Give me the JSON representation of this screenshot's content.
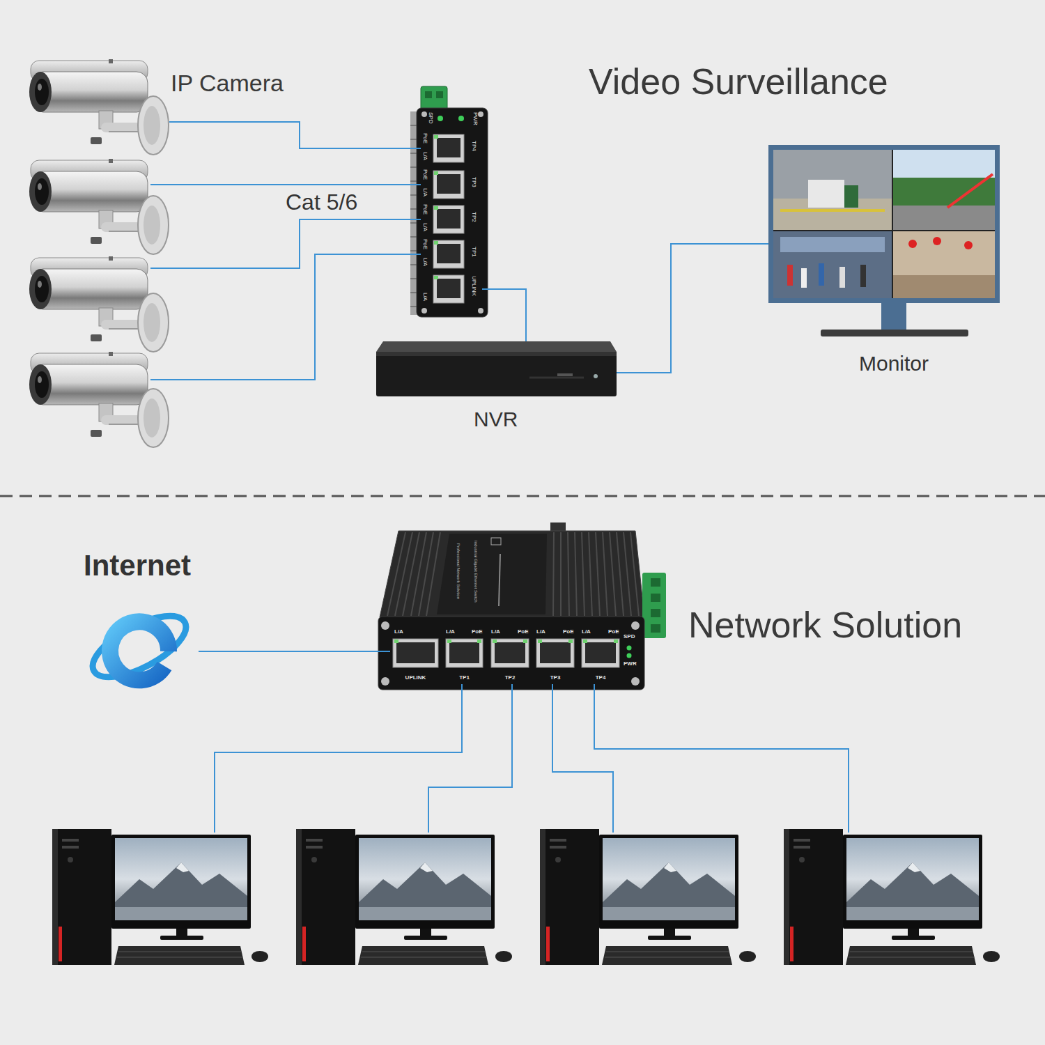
{
  "diagram": {
    "nodes": [
      {
        "text": [
          "IP Camera"
        ]
      },
      {
        "text": []
      },
      {
        "text": []
      },
      {
        "text": []
      },
      {
        "text": [
          "SPD",
          "PWR"
        ]
      },
      {
        "text": [
          "PoE",
          "L/A",
          "TP4"
        ],
        "in": 4
      },
      {
        "text": [
          "PoE",
          "L/A",
          "TP3"
        ],
        "in": 4
      },
      {
        "text": [
          "PoE",
          "L/A",
          "TP2"
        ],
        "in": 4
      },
      {
        "text": [
          "PoE",
          "L/A",
          "TP1"
        ],
        "in": 4
      },
      {
        "text": [
          "L/A",
          "UPLINK"
        ],
        "in": 4
      },
      {
        "text": [
          "NVR"
        ]
      },
      {
        "text": [
          "Monitor"
        ]
      },
      {
        "text": [
          "Internet"
        ]
      },
      {
        "text": [
          "SPD",
          "PWR"
        ]
      },
      {
        "text": [
          "L/A",
          "UPLINK"
        ],
        "in": 13
      },
      {
        "text": [
          "L/A",
          "PoE",
          "TP1"
        ],
        "in": 13
      },
      {
        "text": [
          "L/A",
          "PoE",
          "TP2"
        ],
        "in": 13
      },
      {
        "text": [
          "L/A",
          "PoE",
          "TP3"
        ],
        "in": 13
      },
      {
        "text": [
          "L/A",
          "PoE",
          "TP4"
        ],
        "in": 13
      },
      {
        "text": []
      },
      {
        "text": []
      },
      {
        "text": []
      },
      {
        "text": []
      }
    ],
    "edges": [
      {
        "from": 0,
        "to": 5,
        "arrow": "none"
      },
      {
        "from": 1,
        "to": 6,
        "arrow": "none"
      },
      {
        "from": 2,
        "to": 7,
        "arrow": "none"
      },
      {
        "from": 3,
        "to": 8,
        "arrow": "none"
      },
      {
        "from": 9,
        "to": 10,
        "arrow": "none"
      },
      {
        "from": 10,
        "to": 11,
        "arrow": "none"
      },
      {
        "from": 12,
        "to": 14,
        "arrow": "none"
      },
      {
        "from": 15,
        "to": 19,
        "arrow": "none"
      },
      {
        "from": 16,
        "to": 20,
        "arrow": "none"
      },
      {
        "from": 17,
        "to": 21,
        "arrow": "none"
      },
      {
        "from": 18,
        "to": 22,
        "arrow": "none"
      }
    ],
    "labels": [
      "Video Surveillance",
      "Cat 5/6",
      "Professional Network Solution",
      "Industrial Gigabit Ethernet Switch",
      "Network Solution"
    ]
  }
}
